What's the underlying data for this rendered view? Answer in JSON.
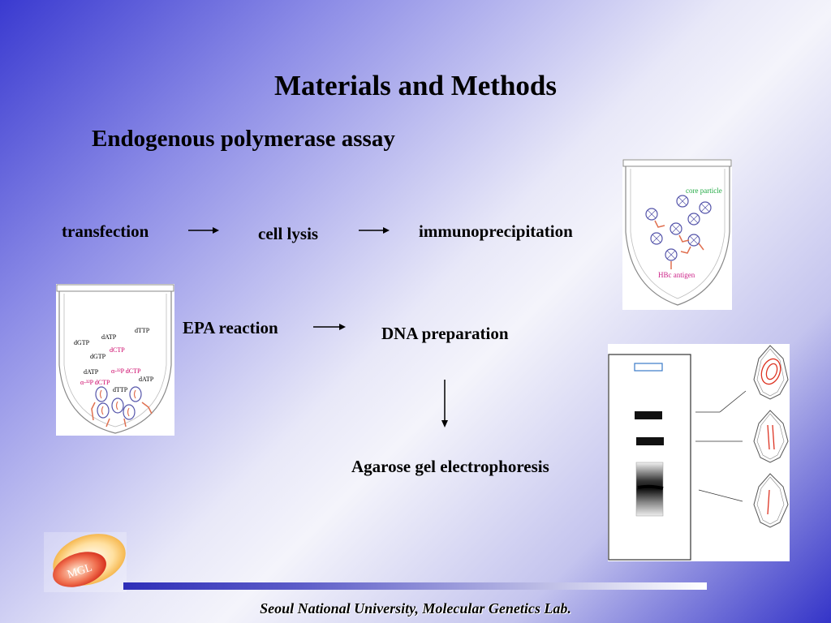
{
  "slide": {
    "title": "Materials and Methods",
    "subtitle": "Endogenous polymerase assay"
  },
  "flow": {
    "step1": "transfection",
    "step2": "cell lysis",
    "step3": "immunoprecipitation",
    "step4": "EPA reaction",
    "step5": "DNA preparation",
    "step6": "Agarose gel electrophoresis"
  },
  "tube1": {
    "label_core": "core particle",
    "label_antigen": "HBc antigen"
  },
  "tube2": {
    "labels": [
      {
        "text": "dTTP",
        "color": "#000000"
      },
      {
        "text": "dATP",
        "color": "#000000"
      },
      {
        "text": "dGTP",
        "color": "#000000"
      },
      {
        "text": "dCTP",
        "color": "#cc0066"
      },
      {
        "text": "dGTP",
        "color": "#000000"
      },
      {
        "text": "dATP",
        "color": "#000000"
      },
      {
        "text": "α-³²P dCTP",
        "color": "#cc0066"
      },
      {
        "text": "α-³²P dCTP",
        "color": "#cc0066"
      },
      {
        "text": "dATP",
        "color": "#000000"
      },
      {
        "text": "dTTP",
        "color": "#000000"
      }
    ]
  },
  "logo": {
    "text": "MGL"
  },
  "footer": {
    "text": "Seoul National University, Molecular Genetics Lab."
  },
  "colors": {
    "core_label": "#22aa44",
    "antigen_label": "#cc2288",
    "particle": "#5555aa",
    "antibody": "#e07050",
    "dna": "#dd3322"
  }
}
